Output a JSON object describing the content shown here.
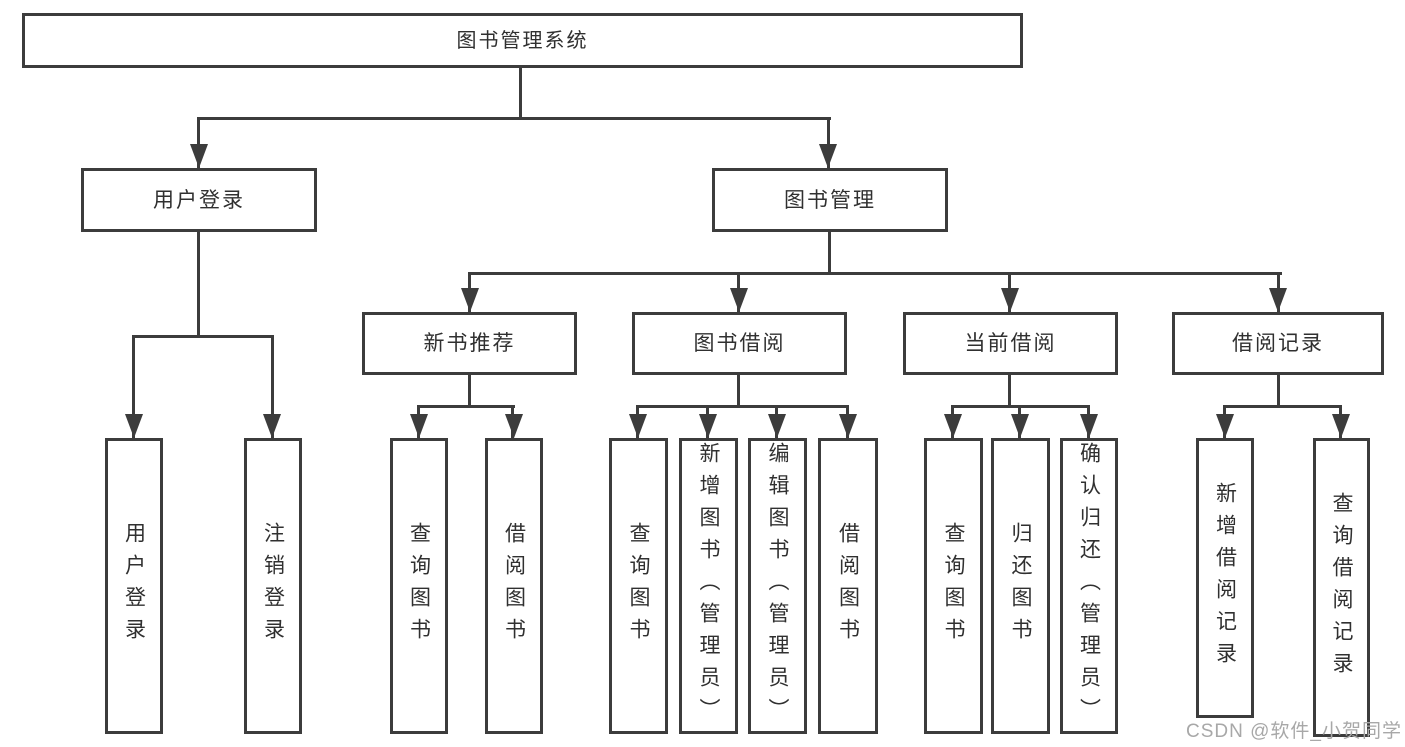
{
  "diagram": {
    "watermark": "CSDN @软件_小贺同学",
    "colors": {
      "line": "#3c3c3c",
      "text": "#303030",
      "watermark": "#a8a8a8",
      "background": "#ffffff"
    },
    "nodes": {
      "root": {
        "label": "图书管理系统"
      },
      "user_login": {
        "label": "用户登录"
      },
      "book_mgmt": {
        "label": "图书管理"
      },
      "new_book_rec": {
        "label": "新书推荐"
      },
      "book_borrow": {
        "label": "图书借阅"
      },
      "current_borrow": {
        "label": "当前借阅"
      },
      "borrow_record": {
        "label": "借阅记录"
      },
      "leaf_login": {
        "label": "用户登录"
      },
      "leaf_logout": {
        "label": "注销登录"
      },
      "rec_query": {
        "label": "查询图书"
      },
      "rec_borrow": {
        "label": "借阅图书"
      },
      "bor_query": {
        "label": "查询图书"
      },
      "bor_add": {
        "label": "新增图书（管理员）"
      },
      "bor_edit": {
        "label": "编辑图书（管理员）"
      },
      "bor_borrow": {
        "label": "借阅图书"
      },
      "cur_query": {
        "label": "查询图书"
      },
      "cur_return": {
        "label": "归还图书"
      },
      "cur_confirm": {
        "label": "确认归还（管理员）"
      },
      "recd_add": {
        "label": "新增借阅记录"
      },
      "recd_query": {
        "label": "查询借阅记录"
      }
    },
    "edges": [
      {
        "from": "root",
        "to": [
          "user_login",
          "book_mgmt"
        ]
      },
      {
        "from": "user_login",
        "to": [
          "leaf_login",
          "leaf_logout"
        ]
      },
      {
        "from": "book_mgmt",
        "to": [
          "new_book_rec",
          "book_borrow",
          "current_borrow",
          "borrow_record"
        ]
      },
      {
        "from": "new_book_rec",
        "to": [
          "rec_query",
          "rec_borrow"
        ]
      },
      {
        "from": "book_borrow",
        "to": [
          "bor_query",
          "bor_add",
          "bor_edit",
          "bor_borrow"
        ]
      },
      {
        "from": "current_borrow",
        "to": [
          "cur_query",
          "cur_return",
          "cur_confirm"
        ]
      },
      {
        "from": "borrow_record",
        "to": [
          "recd_add",
          "recd_query"
        ]
      }
    ]
  }
}
